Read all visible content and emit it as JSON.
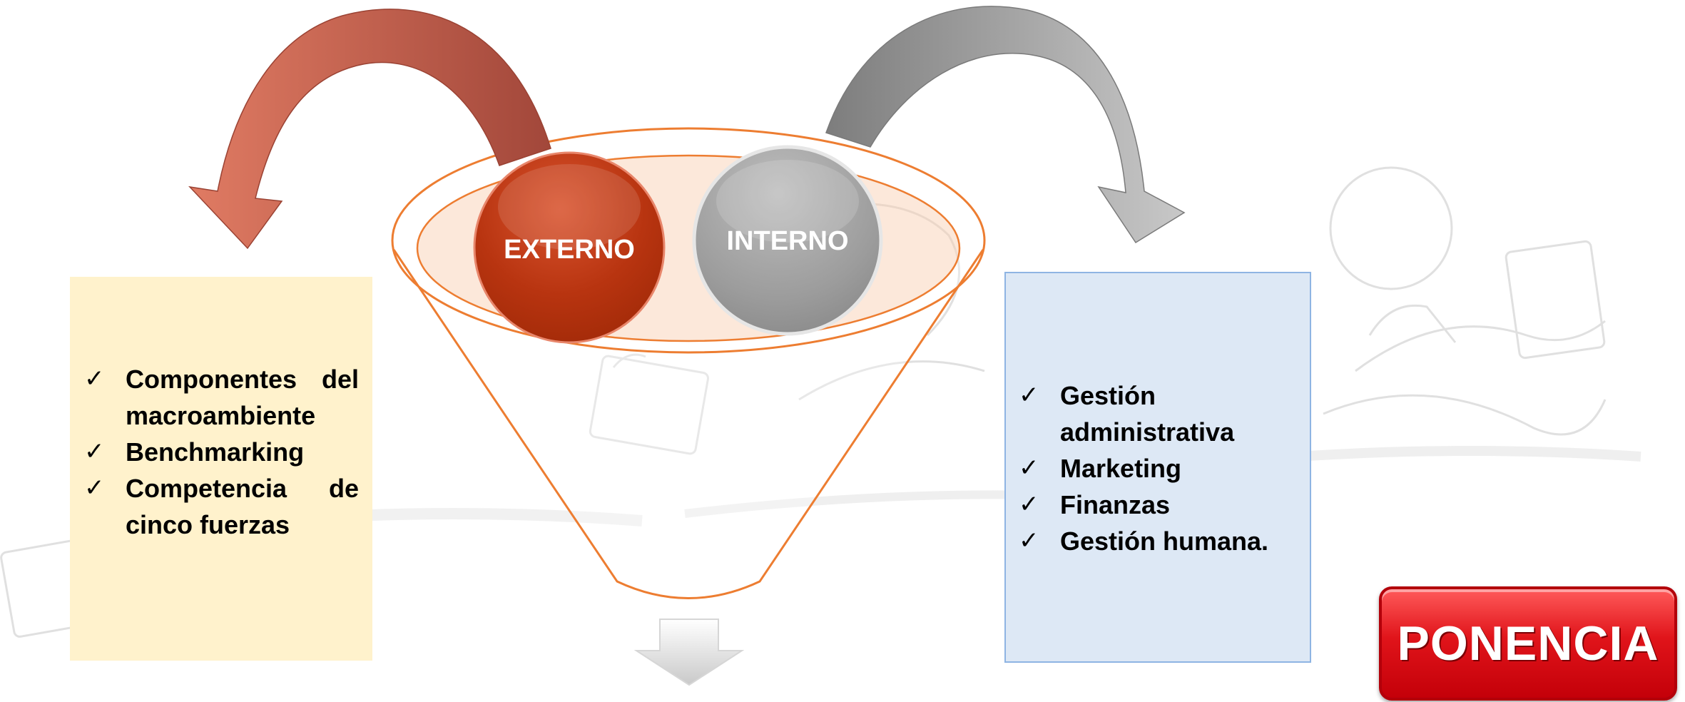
{
  "circles": {
    "external": "EXTERNO",
    "internal": "INTERNO"
  },
  "left_list": [
    "Componentes del macroambiente",
    "Benchmarking",
    "Competencia de cinco fuerzas"
  ],
  "right_list": [
    "Gestión administrativa",
    "Marketing",
    "Finanzas",
    "Gestión humana."
  ],
  "check_glyph": "✓",
  "button": {
    "label": "PONENCIA"
  },
  "colors": {
    "funnel_stroke": "#ed7d31",
    "external_circle": "#c0330f",
    "internal_circle": "#9a9a9a",
    "left_arrow": "#d05d45",
    "right_arrow": "#8f8f8f",
    "left_box": "#fff2cc",
    "right_box": "#dde8f5",
    "button": "#e0141a"
  }
}
